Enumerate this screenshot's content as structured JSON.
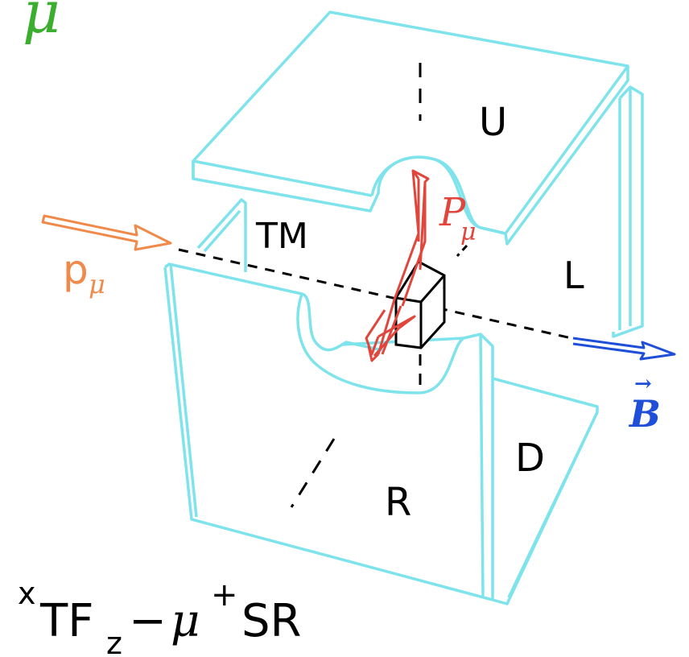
{
  "colors": {
    "detector": "#7fe3ec",
    "muon_momentum": "#f08a4b",
    "polarization": "#e0463c",
    "field": "#1f4fd8",
    "green_mu": "#3cae2f",
    "axes": "#000000"
  },
  "labels": {
    "corner_mu": "μ",
    "upper": "U",
    "lower_back": "L",
    "right": "R",
    "down": "D",
    "tm": "TM",
    "p_mu_incoming": "p",
    "p_mu_sub": "μ",
    "polarization": "P",
    "polarization_sub": "μ",
    "field": "B",
    "field_arrow": "→"
  },
  "caption": {
    "superscript_x": "x",
    "tf": "TF",
    "z_sub": "z",
    "dash": "−",
    "mu": "μ",
    "plus": "+",
    "sr": "SR"
  },
  "icons": [
    "muon-beam-arrow-icon",
    "polarization-arrow-icon",
    "magnetic-field-arrow-icon",
    "sample-cube-icon"
  ]
}
